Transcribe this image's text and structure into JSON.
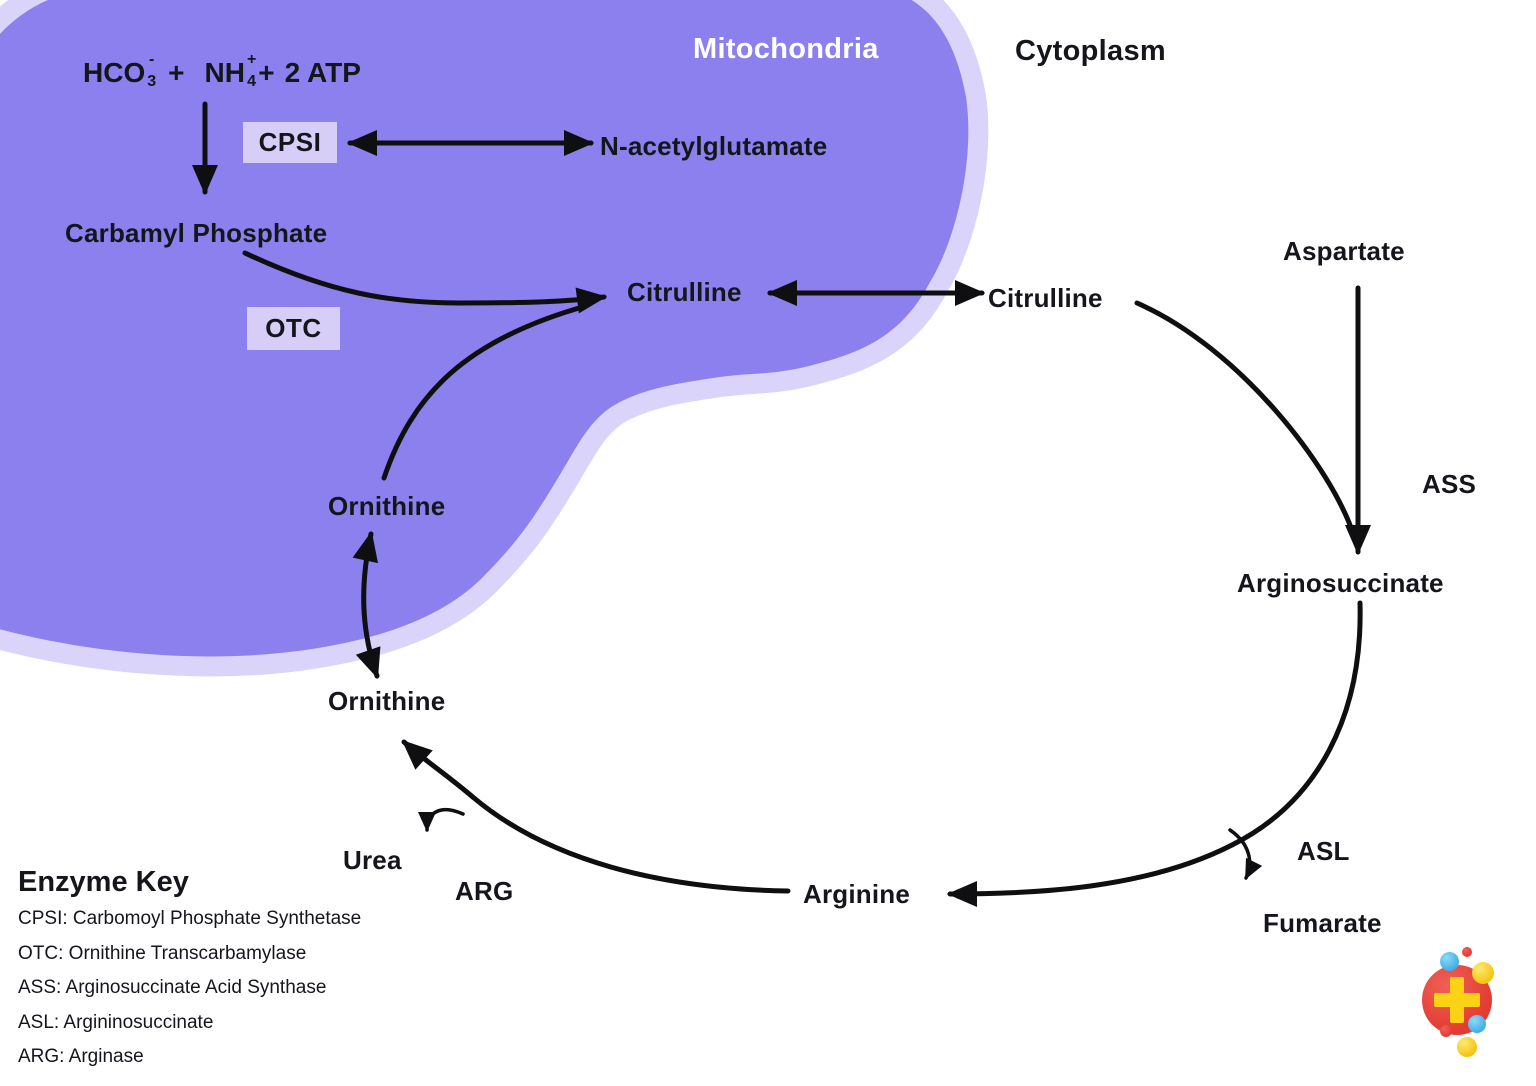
{
  "regions": {
    "mitochondria": "Mitochondria",
    "cytoplasm": "Cytoplasm"
  },
  "formula": {
    "hco": "HCO",
    "hco_sub": "3",
    "hco_sup": "-",
    "plus1": "+",
    "nh": "NH",
    "nh_sub": "4",
    "nh_sup": "+",
    "plus2": "+",
    "atp": "2 ATP"
  },
  "enzyme_boxes": {
    "cpsi": "CPSI",
    "otc": "OTC"
  },
  "enzyme_labels": {
    "ass": "ASS",
    "asl": "ASL",
    "arg": "ARG"
  },
  "metabolites": {
    "carbamyl_phosphate": "Carbamyl Phosphate",
    "n_acetylglutamate": "N-acetylglutamate",
    "citrulline_mito": "Citrulline",
    "citrulline_cyto": "Citrulline",
    "ornithine_mito": "Ornithine",
    "ornithine_cyto": "Ornithine",
    "aspartate": "Aspartate",
    "arginosuccinate": "Arginosuccinate",
    "fumarate": "Fumarate",
    "arginine": "Arginine",
    "urea": "Urea"
  },
  "enzyme_key": {
    "title": "Enzyme Key",
    "entries": [
      "CPSI: Carbomoyl Phosphate Synthetase",
      "OTC: Ornithine Transcarbamylase",
      "ASS: Arginosuccinate Acid Synthase",
      "ASL: Argininosuccinate",
      "ARG: Arginase"
    ]
  },
  "colors": {
    "blob_purple": "#8c80ee",
    "blob_rim": "#dbd4fa",
    "enzyme_box_bg": "#d6cef7",
    "arrow_black": "#0f0f12",
    "text_dark": "#15151c",
    "mito_label_white": "#ffffff",
    "logo_red": "#e23b33",
    "logo_yellow": "#fbd216",
    "logo_blue": "#3fb0e6"
  }
}
